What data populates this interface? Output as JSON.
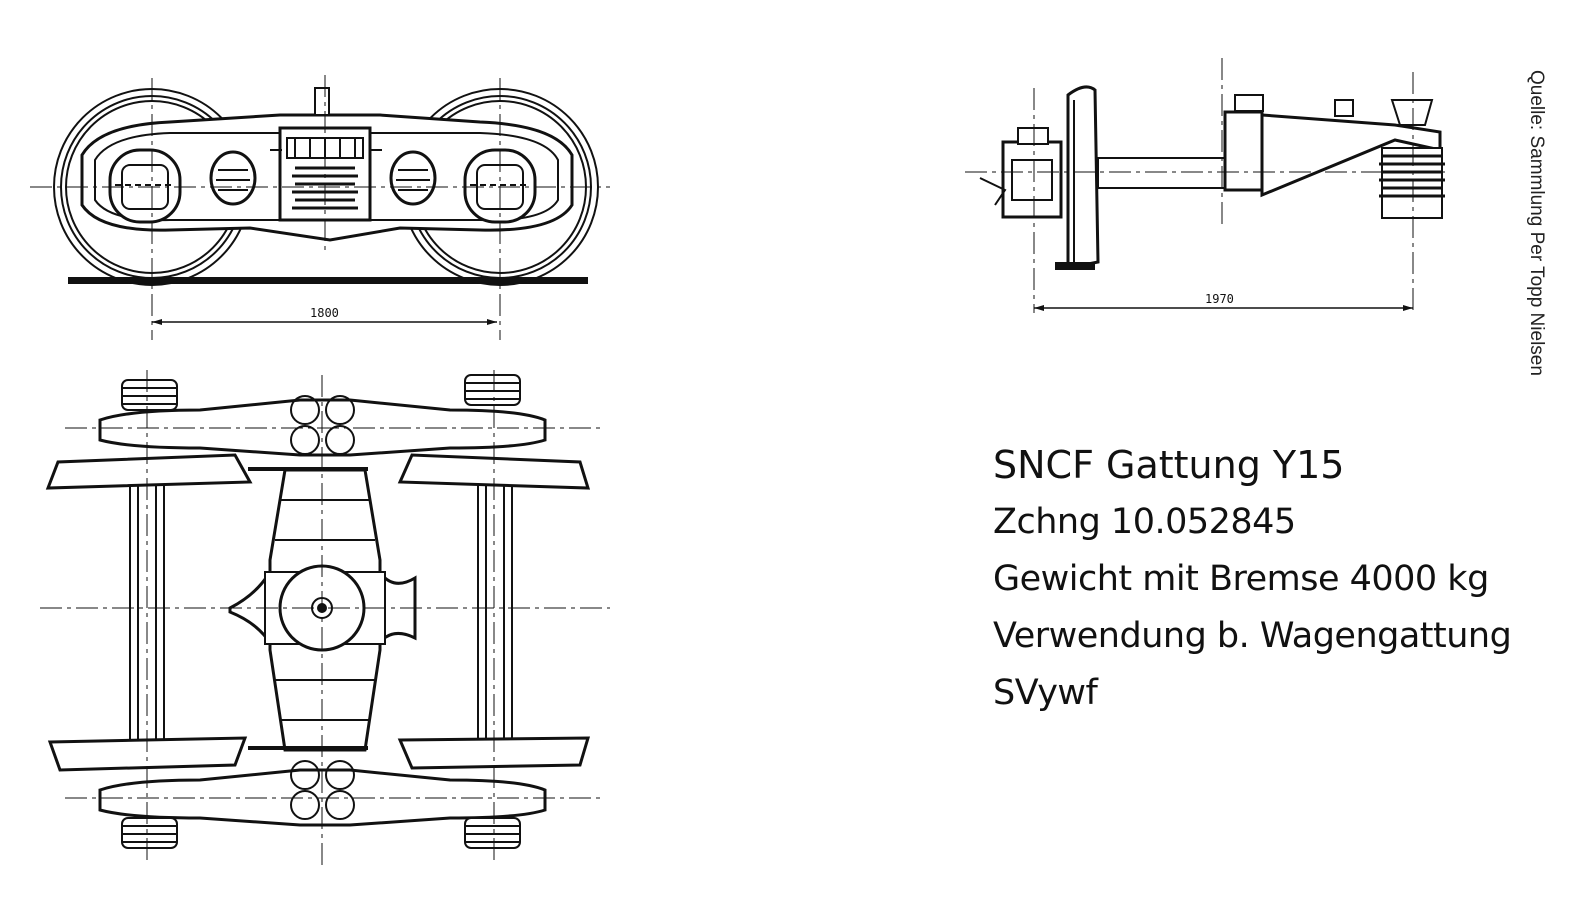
{
  "dimensions": {
    "wheelbase": "1800",
    "track": "1970"
  },
  "info": {
    "line1": "SNCF Gattung Y15",
    "line2": "Zchng  10.052845",
    "line3": "Gewicht mit Bremse 4000 kg",
    "line4": "Verwendung b. Wagengattung",
    "line5": "SVywf"
  },
  "source": "Quelle: Sammlung Per Topp Nielsen"
}
